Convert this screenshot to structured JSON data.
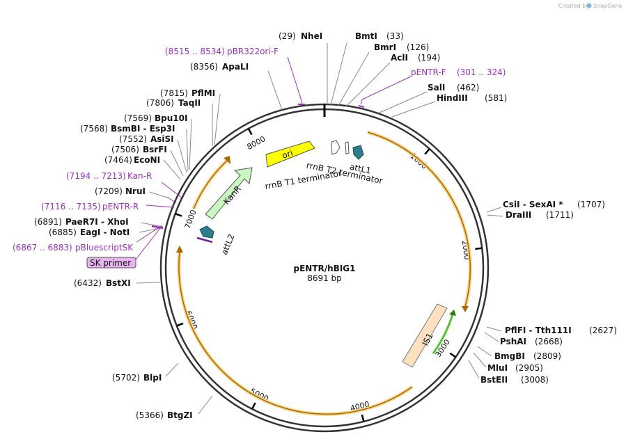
{
  "watermark": {
    "created_by": "Created by",
    "brand": "SnapGene"
  },
  "plasmid": {
    "name": "pENTR/hBIG1",
    "size": "8691 bp",
    "length": 8691
  },
  "colors": {
    "primer": "#9a2fc0",
    "orf": "#e3a834",
    "kanr": "#c8f7c0",
    "ori": "#ffff00",
    "is1": "#fde0c0",
    "att": "#2e7d8c"
  },
  "ticks": [
    {
      "pos": 1000,
      "label": "1000"
    },
    {
      "pos": 2000,
      "label": "2000"
    },
    {
      "pos": 3000,
      "label": "3000"
    },
    {
      "pos": 4000,
      "label": "4000"
    },
    {
      "pos": 5000,
      "label": "5000"
    },
    {
      "pos": 6000,
      "label": "6000"
    },
    {
      "pos": 7000,
      "label": "7000"
    },
    {
      "pos": 8000,
      "label": "8000"
    }
  ],
  "sites": [
    {
      "pos": "(29)",
      "name": "NheI"
    },
    {
      "pos": "(33)",
      "name": "BmtI"
    },
    {
      "pos": "(126)",
      "name": "BmrI"
    },
    {
      "pos": "(194)",
      "name": "AclI"
    },
    {
      "pos": "(462)",
      "name": "SalI"
    },
    {
      "pos": "(581)",
      "name": "HindIII"
    },
    {
      "pos": "(1707)",
      "name": "CsiI  -  SexAI *"
    },
    {
      "pos": "(1711)",
      "name": "DraIII"
    },
    {
      "pos": "(2627)",
      "name": "PflFI  -  Tth111I"
    },
    {
      "pos": "(2668)",
      "name": "PshAI"
    },
    {
      "pos": "(2809)",
      "name": "BmgBI"
    },
    {
      "pos": "(2905)",
      "name": "MluI"
    },
    {
      "pos": "(3008)",
      "name": "BstEII"
    },
    {
      "pos": "(5366)",
      "name": "BtgZI"
    },
    {
      "pos": "(5702)",
      "name": "BlpI"
    },
    {
      "pos": "(6432)",
      "name": "BstXI"
    },
    {
      "pos": "(6885)",
      "name": "EagI  -  NotI"
    },
    {
      "pos": "(6891)",
      "name": "PaeR7I  -  XhoI"
    },
    {
      "pos": "(7209)",
      "name": "NruI"
    },
    {
      "pos": "(7464)",
      "name": "EcoNI"
    },
    {
      "pos": "(7506)",
      "name": "BsrFI"
    },
    {
      "pos": "(7552)",
      "name": "AsiSI"
    },
    {
      "pos": "(7568)",
      "name": "BsmBI  -  Esp3I"
    },
    {
      "pos": "(7569)",
      "name": "Bpu10I"
    },
    {
      "pos": "(7806)",
      "name": "TaqII"
    },
    {
      "pos": "(7815)",
      "name": "PflMI"
    },
    {
      "pos": "(8356)",
      "name": "ApaLI"
    }
  ],
  "primers": [
    {
      "name": "pBR322ori-F",
      "range": "(8515 .. 8534)"
    },
    {
      "name": "pENTR-F",
      "range": "(301 .. 324)"
    },
    {
      "name": "Kan-R",
      "range": "(7194 .. 7213)"
    },
    {
      "name": "pENTR-R",
      "range": "(7116 .. 7135)"
    },
    {
      "name": "pBluescriptSK",
      "range": "(6867 .. 6883)"
    }
  ],
  "sk_primer": "SK primer",
  "features": {
    "ori": "ori",
    "kanr": "KanR",
    "rrnb_t1": "rrnB T1 terminator",
    "rrnb_t2": "rrnB T2 terminator",
    "attl1": "attL1",
    "attl2": "attL2",
    "is1": "IS1"
  }
}
